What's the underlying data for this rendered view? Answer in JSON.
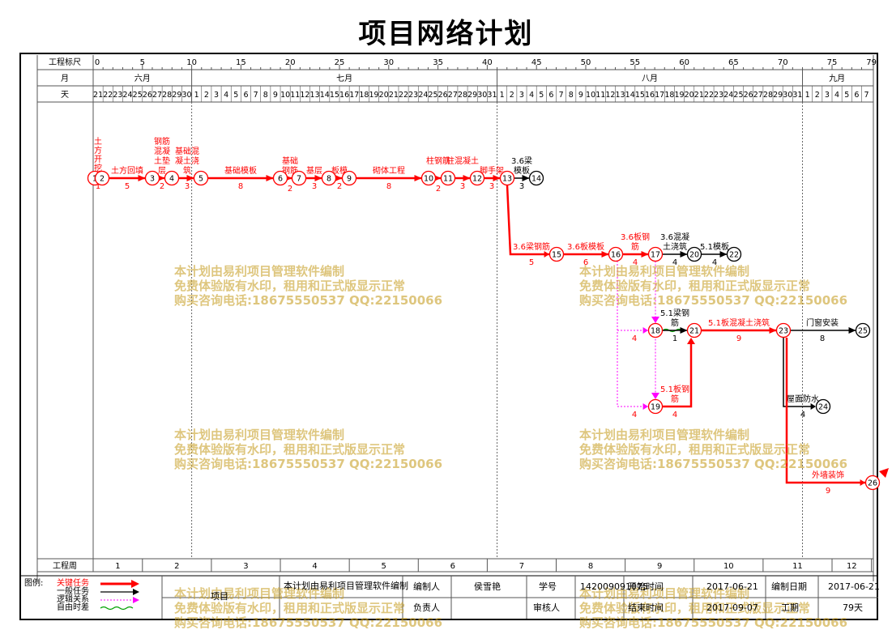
{
  "title": "项目网络计划",
  "header": {
    "scale_label": "工程标尺",
    "month_label": "月",
    "day_label": "天",
    "scale_ticks": [
      "0",
      "5",
      "10",
      "15",
      "20",
      "25",
      "30",
      "35",
      "40",
      "45",
      "50",
      "55",
      "60",
      "65",
      "70",
      "75",
      "79"
    ],
    "months": [
      "六月",
      "七月",
      "八月",
      "九月"
    ],
    "days": [
      "21",
      "22",
      "23",
      "24",
      "25",
      "26",
      "27",
      "28",
      "29",
      "30",
      "1",
      "2",
      "3",
      "4",
      "5",
      "6",
      "7",
      "8",
      "9",
      "10",
      "11",
      "12",
      "13",
      "14",
      "15",
      "16",
      "17",
      "18",
      "19",
      "20",
      "21",
      "22",
      "23",
      "24",
      "25",
      "26",
      "27",
      "28",
      "29",
      "30",
      "31",
      "1",
      "2",
      "3",
      "4",
      "5",
      "6",
      "7",
      "8",
      "9",
      "10",
      "11",
      "12",
      "13",
      "14",
      "15",
      "16",
      "17",
      "18",
      "19",
      "20",
      "21",
      "22",
      "23",
      "24",
      "25",
      "26",
      "27",
      "28",
      "29",
      "30",
      "31",
      "1",
      "2",
      "3",
      "4",
      "5",
      "6",
      "7"
    ]
  },
  "nodes": [
    "1",
    "2",
    "3",
    "4",
    "5",
    "6",
    "7",
    "8",
    "9",
    "10",
    "11",
    "12",
    "13",
    "14",
    "15",
    "16",
    "17",
    "18",
    "19",
    "20",
    "21",
    "22",
    "23",
    "24",
    "25",
    "26"
  ],
  "tasks": [
    {
      "name": "土方开挖",
      "dur": "1",
      "critical": true
    },
    {
      "name": "土方回填",
      "dur": "5",
      "critical": true
    },
    {
      "name": "钢筋混凝土垫层",
      "dur": "2",
      "critical": true
    },
    {
      "name": "基础混凝土浇筑",
      "dur": "3",
      "critical": true
    },
    {
      "name": "基础模板",
      "dur": "8",
      "critical": true
    },
    {
      "name": "基础钢筋",
      "dur": "2",
      "critical": true
    },
    {
      "name": "基层",
      "dur": "3",
      "critical": true
    },
    {
      "name": "板模",
      "dur": "2",
      "critical": true
    },
    {
      "name": "砌体工程",
      "dur": "8",
      "critical": true
    },
    {
      "name": "柱钢筋",
      "dur": "2",
      "critical": true
    },
    {
      "name": "柱混凝土",
      "dur": "3",
      "critical": true
    },
    {
      "name": "脚手架",
      "dur": "3",
      "critical": true
    },
    {
      "name": "3.6梁模板",
      "dur": "3",
      "critical": false
    },
    {
      "name": "3.6梁钢筋",
      "dur": "5",
      "critical": true
    },
    {
      "name": "3.6板模板",
      "dur": "6",
      "critical": true
    },
    {
      "name": "3.6板钢筋",
      "dur": "4",
      "critical": true
    },
    {
      "name": "3.6混凝土浇筑",
      "dur": "4",
      "critical": false
    },
    {
      "name": "5.1模板",
      "dur": "4",
      "critical": false
    },
    {
      "name": "5.1梁钢筋",
      "dur": "1",
      "critical": false
    },
    {
      "name": "5.1板钢筋",
      "dur": "4",
      "critical": true
    },
    {
      "name": "5.1板混凝土浇筑",
      "dur": "9",
      "critical": true
    },
    {
      "name": "门窗安装",
      "dur": "8",
      "critical": false
    },
    {
      "name": "屋面防水",
      "dur": "4",
      "critical": false
    },
    {
      "name": "外墙装饰",
      "dur": "9",
      "critical": true
    }
  ],
  "dummy_durations": [
    "4",
    "4"
  ],
  "weeks": {
    "label": "工程周",
    "items": [
      "1",
      "2",
      "3",
      "4",
      "5",
      "6",
      "7",
      "8",
      "9",
      "10",
      "11",
      "12"
    ]
  },
  "legend": {
    "label": "图例:",
    "items": [
      "关键任务",
      "一般任务",
      "逻辑关系",
      "自由时差"
    ]
  },
  "footer": {
    "project_label": "项目",
    "project_value": "本计划由易利项目管理软件编制",
    "editor_label": "编制人",
    "editor_value": "侯雪艳",
    "student_label": "学号",
    "student_value": "142009091075",
    "start_label": "开始时间",
    "start_value": "2017-06-21",
    "compile_label": "编制日期",
    "compile_value": "2017-06-21",
    "leader_label": "负责人",
    "reviewer_label": "审核人",
    "end_label": "结束时间",
    "end_value": "2017-09-07",
    "duration_label": "工期",
    "duration_value": "79天"
  },
  "watermark": [
    "本计划由易利项目管理软件编制",
    "免费体验版有水印，租用和正式版显示正常",
    "购买咨询电话:18675550537 QQ:22150066"
  ],
  "colors": {
    "critical": "#ff0000",
    "normal": "#000000",
    "logic": "#ff00ff",
    "float": "#00a000",
    "grid": "#555555",
    "watermark": "#c8a028"
  }
}
